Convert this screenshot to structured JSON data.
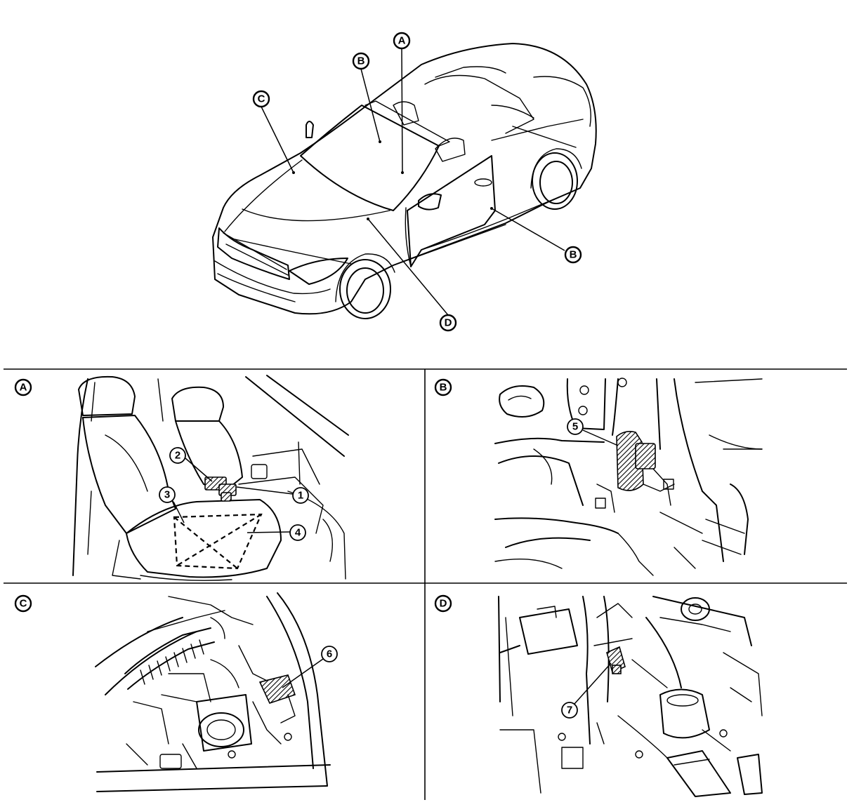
{
  "callouts": {
    "a": "A",
    "b": "B",
    "c": "C",
    "d": "D"
  },
  "panels": [
    {
      "letter": "A",
      "numbers": [
        "1",
        "2",
        "3",
        "4"
      ]
    },
    {
      "letter": "B",
      "numbers": [
        "5"
      ]
    },
    {
      "letter": "C",
      "numbers": [
        "6"
      ]
    },
    {
      "letter": "D",
      "numbers": [
        "7"
      ]
    }
  ]
}
